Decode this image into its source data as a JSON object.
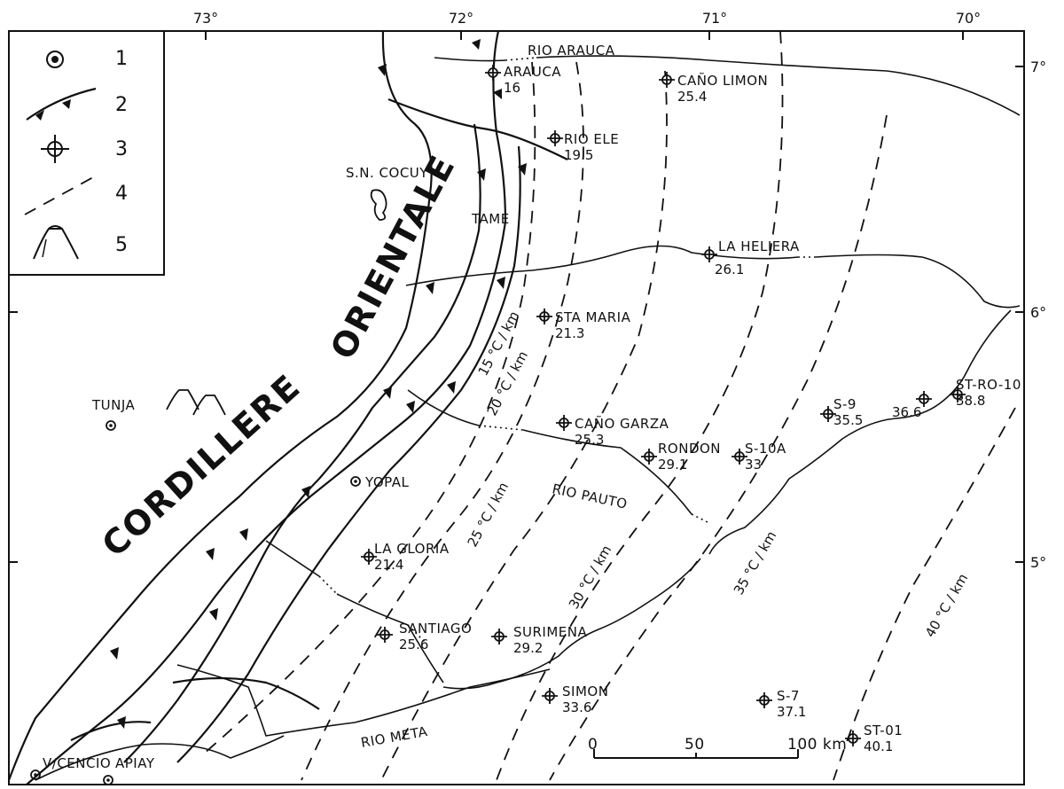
{
  "graticule": {
    "lon": [
      "73°",
      "72°",
      "71°",
      "70°"
    ],
    "lat": [
      "7°",
      "6°",
      "5°"
    ]
  },
  "legend": [
    {
      "key": "1",
      "symbol": "city-icon"
    },
    {
      "key": "2",
      "symbol": "thrust-fault-icon"
    },
    {
      "key": "3",
      "symbol": "well-icon"
    },
    {
      "key": "4",
      "symbol": "isograd-icon"
    },
    {
      "key": "5",
      "symbol": "volcano-icon"
    }
  ],
  "regions": [
    "CORDILLERE",
    "ORIENTALE"
  ],
  "rivers": [
    "RIO ARAUCA",
    "RIO PAUTO",
    "RIO META"
  ],
  "places": [
    "S.N. COCUY",
    "TAME",
    "TUNJA",
    "YOPAL",
    "V/CENCIO",
    "APIAY"
  ],
  "isolines": [
    "15 °C / km",
    "20 °C / km",
    "25 °C / km",
    "30 °C / km",
    "35 °C / km",
    "40 °C / km"
  ],
  "wells": [
    {
      "name": "ARAUCA",
      "value": "16"
    },
    {
      "name": "CAÑO LIMON",
      "value": "25.4"
    },
    {
      "name": "RIO ELE",
      "value": "19.5"
    },
    {
      "name": "LA HELIERA",
      "value": "26.1"
    },
    {
      "name": "STA MARIA",
      "value": "21.3"
    },
    {
      "name": "CAÑO GARZA",
      "value": "25.3"
    },
    {
      "name": "RONDON",
      "value": "29.1"
    },
    {
      "name": "S-10A",
      "value": "33"
    },
    {
      "name": "S-9",
      "value": "35.5"
    },
    {
      "name": "",
      "value": "36.6"
    },
    {
      "name": "ST-RO-10",
      "value": "38.8"
    },
    {
      "name": "LA GLORIA",
      "value": "21.4"
    },
    {
      "name": "SANTIAGO",
      "value": "25.6"
    },
    {
      "name": "SURIMENA",
      "value": "29.2"
    },
    {
      "name": "SIMON",
      "value": "33.6"
    },
    {
      "name": "S-7",
      "value": "37.1"
    },
    {
      "name": "ST-01",
      "value": "40.1"
    }
  ],
  "scale": [
    "0",
    "50",
    "100 km"
  ],
  "colors": {
    "ink": "#111111",
    "paper": "#ffffff"
  }
}
